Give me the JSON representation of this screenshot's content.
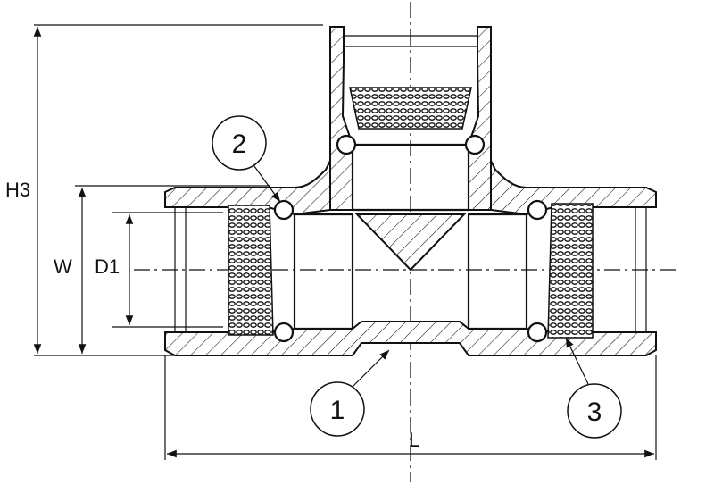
{
  "dimensions": {
    "h3": "H3",
    "w": "W",
    "d1": "D1",
    "l": "L"
  },
  "callouts": [
    "1",
    "2",
    "3"
  ]
}
